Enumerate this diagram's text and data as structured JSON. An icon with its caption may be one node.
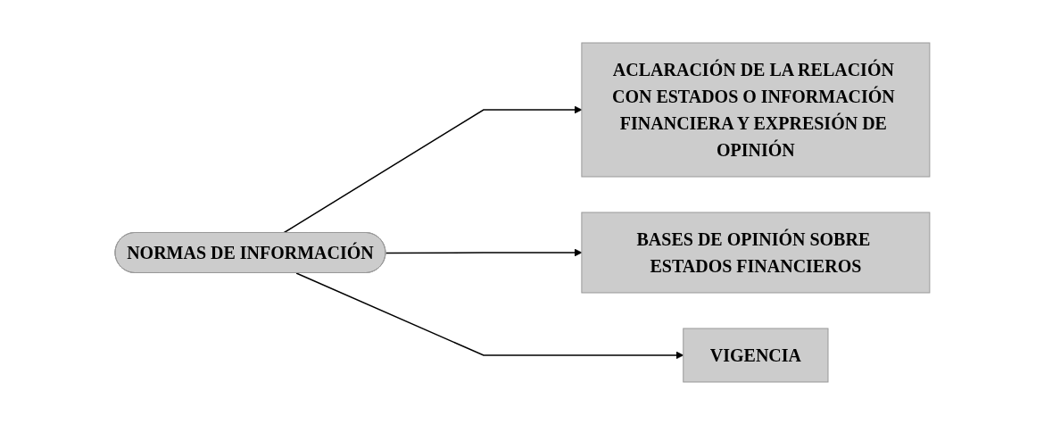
{
  "diagram": {
    "nodes": [
      {
        "text": [
          "NORMAS DE INFORMACIÓN"
        ]
      },
      {
        "text": [
          "ACLARACIÓN DE LA RELACIÓN CON ESTADOS O INFORMACIÓN FINANCIERA Y EXPRESIÓN DE OPINIÓN"
        ]
      },
      {
        "text": [
          "BASES DE OPINIÓN SOBRE ESTADOS FINANCIEROS"
        ]
      },
      {
        "text": [
          "VIGENCIA"
        ]
      }
    ],
    "edges": [
      {
        "from": 0,
        "to": 1,
        "arrow": "to"
      },
      {
        "from": 0,
        "to": 2,
        "arrow": "to"
      },
      {
        "from": 0,
        "to": 3,
        "arrow": "to"
      }
    ]
  }
}
